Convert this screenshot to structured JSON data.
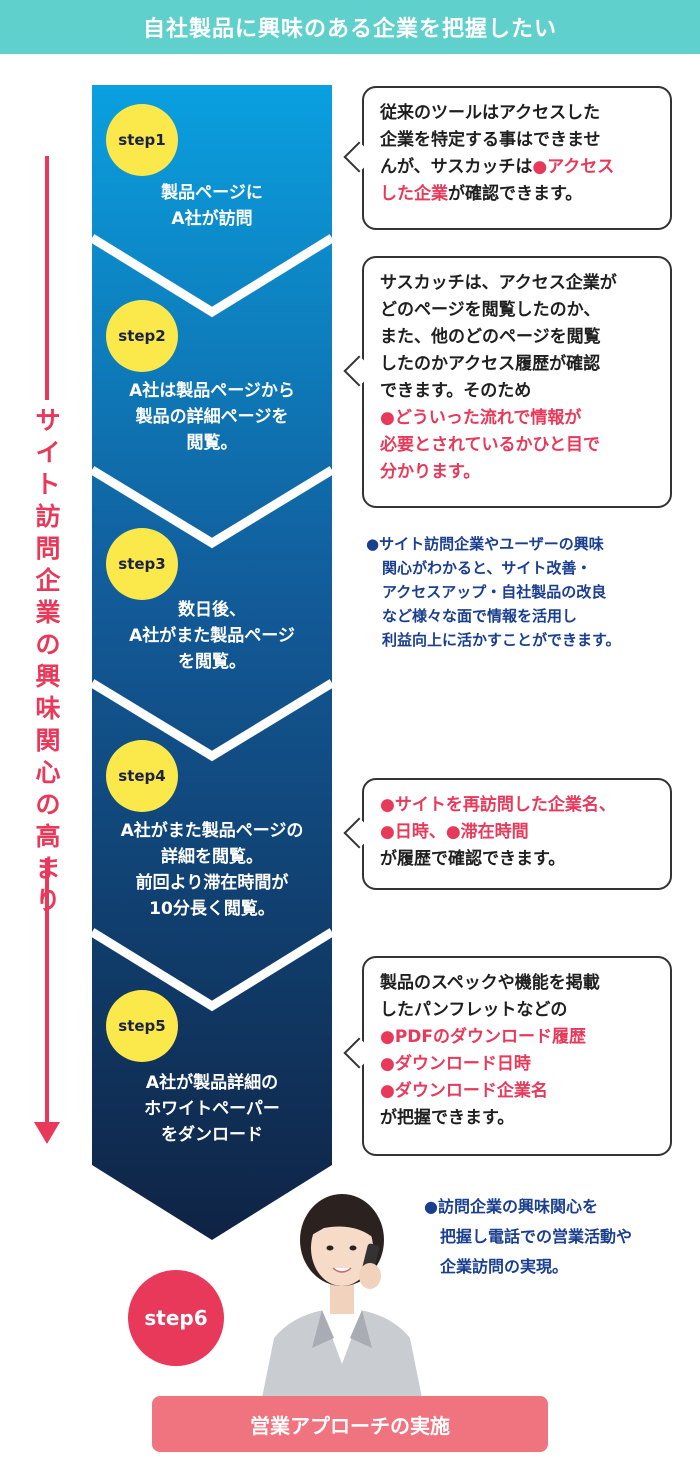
{
  "header": {
    "title": "自社製品に興味のある企業を把握したい"
  },
  "side_label": "サイト訪問企業の興味関心の高まり",
  "steps": [
    {
      "badge": "step1",
      "lines": [
        "製品ページに",
        "A社が訪問"
      ]
    },
    {
      "badge": "step2",
      "lines": [
        "A社は製品ページから",
        "製品の詳細ページを",
        "閲覧。"
      ]
    },
    {
      "badge": "step3",
      "lines": [
        "数日後、",
        "A社がまた製品ページ",
        "を閲覧。"
      ]
    },
    {
      "badge": "step4",
      "lines": [
        "A社がまた製品ページの",
        "詳細を閲覧。",
        "前回より滞在時間が",
        "10分長く閲覧。"
      ]
    },
    {
      "badge": "step5",
      "lines": [
        "A社が製品詳細の",
        "ホワイトペーパー",
        "をダンロード"
      ]
    }
  ],
  "callouts": {
    "c1": {
      "l1": "従来のツールはアクセスした",
      "l2": "企業を特定する事はできませ",
      "l3a": "んが、サスカッチは",
      "l3b": "●アクセス",
      "l4a": "した企業",
      "l4b": "が確認できます。"
    },
    "c2": {
      "l1": "サスカッチは、アクセス企業が",
      "l2": "どのページを閲覧したのか、",
      "l3": "また、他のどのページを閲覧",
      "l4": "したのかアクセス履歴が確認",
      "l5": "できます。そのため",
      "l6": "●どういった流れで情報が",
      "l7": "必要とされているかひと目で",
      "l8": "分かります。"
    },
    "c4": {
      "l1": "●サイトを再訪問した企業名、",
      "l2a": "●日時、",
      "l2b": "●滞在時間",
      "l3": "が履歴で確認できます。"
    },
    "c5": {
      "l1": "製品のスペックや機能を掲載",
      "l2": "したパンフレットなどの",
      "l3": "●PDFのダウンロード履歴",
      "l4": "●ダウンロード日時",
      "l5": "●ダウンロード企業名",
      "l6": "が把握できます。"
    }
  },
  "notes": {
    "n3": [
      "●サイト訪問企業やユーザーの興味",
      "関心がわかると、サイト改善・",
      "アクセスアップ・自社製品の改良",
      "など様々な面で情報を活用し",
      "利益向上に活かすことができます。"
    ],
    "n6": [
      "●訪問企業の興味関心を",
      "把握し電話での営業活動や",
      "企業訪問の実現。"
    ]
  },
  "step6": {
    "badge": "step6"
  },
  "footer": {
    "label": "営業アプローチの実施"
  },
  "colors": {
    "header": "#5fd0cc",
    "accent_red": "#e8395a",
    "badge_yellow": "#fbe84a",
    "note_blue": "#1b3f8f",
    "flow_top": "#0aa0e0",
    "flow_bottom": "#0f2344"
  }
}
